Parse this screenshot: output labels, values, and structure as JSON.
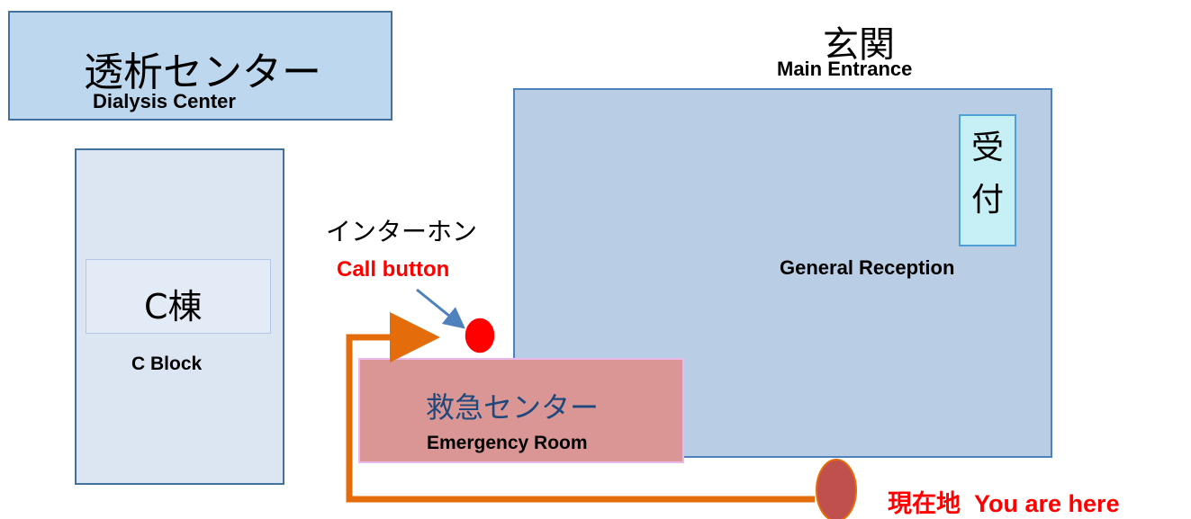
{
  "dialysis_center": {
    "label_jp": "透析センター",
    "label_en": "Dialysis Center"
  },
  "c_block": {
    "label_jp": "C棟",
    "label_en": "C Block"
  },
  "main_entrance": {
    "label_jp": "玄関",
    "label_en": "Main Entrance"
  },
  "general_reception": {
    "label_jp": "受付",
    "label_en": "General Reception"
  },
  "emergency_room": {
    "label_jp": "救急センター",
    "label_en": "Emergency Room"
  },
  "call_button": {
    "label_jp": "インターホン",
    "label_en": "Call button"
  },
  "current_location": {
    "label_jp": "現在地",
    "label_en": "You are here"
  },
  "colors": {
    "route": "#e46c0a",
    "call_button_dot": "#ff0000",
    "you_are_here_dot": "#c0504d",
    "emergency_fill": "#da9694",
    "building_fill": "#b9cde5",
    "pointer_arrow": "#4f81bd"
  }
}
